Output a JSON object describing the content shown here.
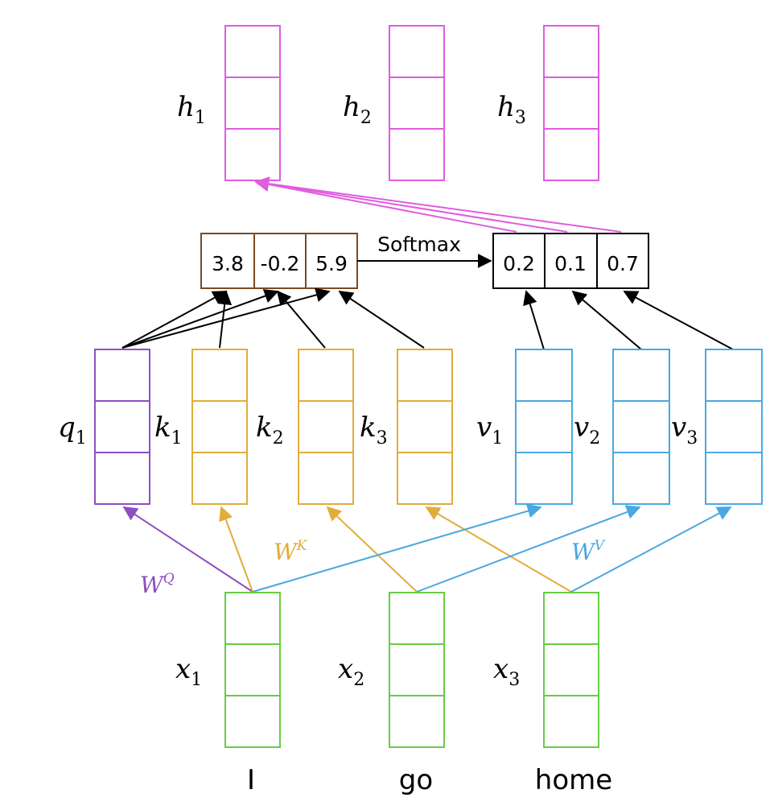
{
  "colors": {
    "query": "#8e4fc0",
    "key": "#e0ad3c",
    "value": "#4aa8e0",
    "input": "#66cc44",
    "output": "#e05ce0",
    "score": "#7a4a24",
    "prob": "#000000",
    "arrow": "#000000"
  },
  "labels": {
    "h1": "h",
    "h1_sub": "1",
    "h2": "h",
    "h2_sub": "2",
    "h3": "h",
    "h3_sub": "3",
    "q1": "q",
    "q1_sub": "1",
    "k1": "k",
    "k1_sub": "1",
    "k2": "k",
    "k2_sub": "2",
    "k3": "k",
    "k3_sub": "3",
    "v1": "v",
    "v1_sub": "1",
    "v2": "v",
    "v2_sub": "2",
    "v3": "v",
    "v3_sub": "3",
    "x1": "x",
    "x1_sub": "1",
    "x2": "x",
    "x2_sub": "2",
    "x3": "x",
    "x3_sub": "3"
  },
  "weights": {
    "wq": "W",
    "wq_sup": "Q",
    "wk": "W",
    "wk_sup": "K",
    "wv": "W",
    "wv_sup": "V"
  },
  "scores": [
    "3.8",
    "-0.2",
    "5.9"
  ],
  "softmax_label": "Softmax",
  "probs": [
    "0.2",
    "0.1",
    "0.7"
  ],
  "words": [
    "I",
    "go",
    "home"
  ]
}
